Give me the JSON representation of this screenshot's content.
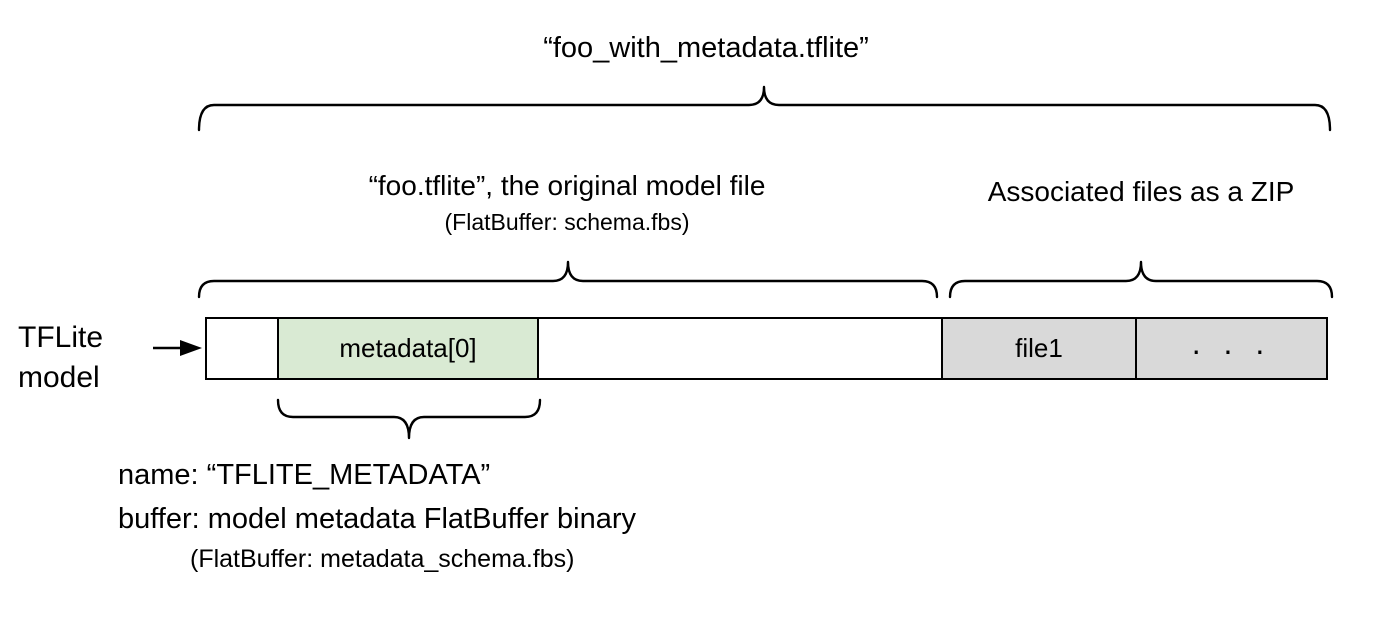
{
  "diagram": {
    "title": "“foo_with_metadata.tflite”",
    "model_file_heading": "“foo.tflite”, the original model file",
    "model_file_subheading": "(FlatBuffer: schema.fbs)",
    "zip_heading": "Associated files as a ZIP",
    "side_label": "TFLite model",
    "bar": {
      "segments": [
        {
          "name": "header-segment",
          "label": "",
          "color": "#ffffff"
        },
        {
          "name": "metadata-segment",
          "label": "metadata[0]",
          "color": "#d9ead3"
        },
        {
          "name": "model-body-segment",
          "label": "",
          "color": "#ffffff"
        },
        {
          "name": "file1-segment",
          "label": "file1",
          "color": "#d9d9d9"
        },
        {
          "name": "more-files-segment",
          "label": ". . .",
          "color": "#d9d9d9"
        }
      ]
    },
    "metadata_note": {
      "line1": "name: “TFLITE_METADATA”",
      "line2": "buffer: model metadata FlatBuffer binary",
      "line3": "(FlatBuffer: metadata_schema.fbs)"
    },
    "colors": {
      "metadata_fill": "#d9ead3",
      "associated_file_fill": "#d9d9d9",
      "outline": "#000000",
      "text": "#000000",
      "background": "#ffffff"
    }
  }
}
